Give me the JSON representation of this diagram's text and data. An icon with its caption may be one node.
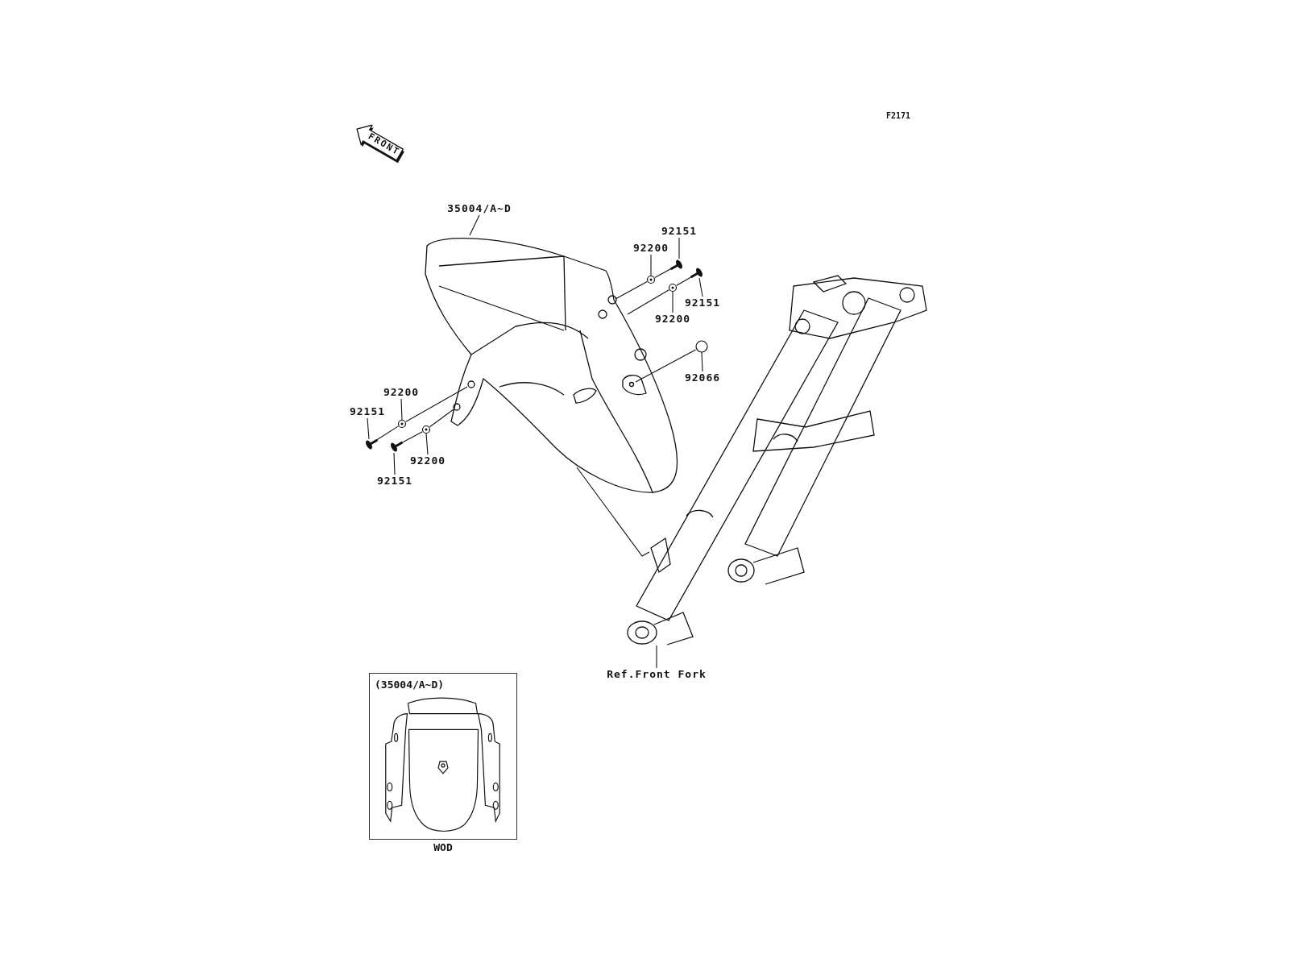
{
  "diagram": {
    "nodes": [
      {
        "text": [
          "35004/A~D"
        ]
      },
      {
        "text": [
          "92200"
        ]
      },
      {
        "text": [
          "92151"
        ]
      },
      {
        "text": [
          "92151"
        ]
      },
      {
        "text": [
          "92200"
        ]
      },
      {
        "text": [
          "92066"
        ]
      },
      {
        "text": [
          "92200"
        ]
      },
      {
        "text": [
          "92151"
        ]
      },
      {
        "text": [
          "92151"
        ]
      },
      {
        "text": [
          "92200"
        ]
      },
      {
        "text": [
          "Ref.Front Fork"
        ]
      },
      {
        "text": [
          "(35004/A~D)",
          "WOD"
        ]
      },
      {
        "text": [],
        "shape": "picture"
      },
      {
        "text": [],
        "shape": "circle"
      },
      {
        "text": [],
        "shape": "bolt"
      },
      {
        "text": [],
        "shape": "bolt"
      },
      {
        "text": [],
        "shape": "circle"
      },
      {
        "text": [],
        "shape": "circle"
      },
      {
        "text": [],
        "shape": "circle"
      },
      {
        "text": [],
        "shape": "bolt"
      },
      {
        "text": [],
        "shape": "bolt"
      },
      {
        "text": [],
        "shape": "circle"
      },
      {
        "text": [],
        "shape": "picture"
      }
    ],
    "edges": [
      {
        "from": 0,
        "to": 12,
        "arrow": "none"
      },
      {
        "from": 1,
        "to": 13,
        "arrow": "none"
      },
      {
        "from": 2,
        "to": 14,
        "arrow": "none"
      },
      {
        "from": 3,
        "to": 15,
        "arrow": "none"
      },
      {
        "from": 4,
        "to": 16,
        "arrow": "none"
      },
      {
        "from": 5,
        "to": 17,
        "arrow": "none"
      },
      {
        "from": 6,
        "to": 18,
        "arrow": "none"
      },
      {
        "from": 7,
        "to": 19,
        "arrow": "none"
      },
      {
        "from": 8,
        "to": 20,
        "arrow": "none"
      },
      {
        "from": 9,
        "to": 21,
        "arrow": "none"
      },
      {
        "from": 10,
        "to": 22,
        "arrow": "none"
      },
      {
        "from": 14,
        "to": 13,
        "arrow": "none"
      },
      {
        "from": 13,
        "to": 12,
        "arrow": "none"
      },
      {
        "from": 15,
        "to": 16,
        "arrow": "none"
      },
      {
        "from": 16,
        "to": 12,
        "arrow": "none"
      },
      {
        "from": 17,
        "to": 12,
        "arrow": "none"
      },
      {
        "from": 19,
        "to": 18,
        "arrow": "none"
      },
      {
        "from": 18,
        "to": 12,
        "arrow": "none"
      },
      {
        "from": 20,
        "to": 21,
        "arrow": "none"
      },
      {
        "from": 21,
        "to": 12,
        "arrow": "none"
      },
      {
        "from": 12,
        "to": 22,
        "arrow": "none"
      }
    ],
    "labels": [
      "FRONT",
      "F2171"
    ]
  }
}
